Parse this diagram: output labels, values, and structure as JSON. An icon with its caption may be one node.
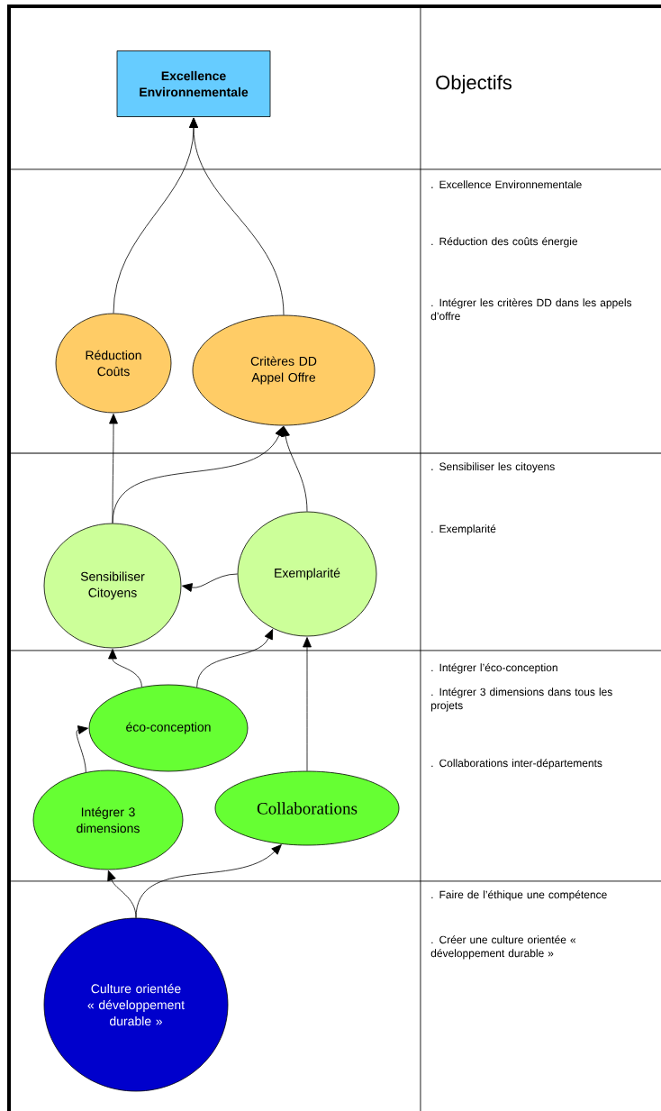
{
  "diagram": {
    "nodes": [
      {
        "text": [
          "Excellence Environnementale"
        ]
      },
      {
        "text": [
          "Réduction Coûts"
        ]
      },
      {
        "text": [
          "Critères DD Appel Offre"
        ]
      },
      {
        "text": [
          "Sensibiliser Citoyens"
        ]
      },
      {
        "text": [
          "Exemplarité"
        ]
      },
      {
        "text": [
          "éco-conception"
        ]
      },
      {
        "text": [
          "Intégrer 3 dimensions"
        ]
      },
      {
        "text": [
          "Collaborations"
        ]
      },
      {
        "text": [
          "Culture orientée « développement durable »"
        ]
      }
    ],
    "edges": [
      {
        "from": 1,
        "to": 0,
        "arrow": "to"
      },
      {
        "from": 2,
        "to": 0,
        "arrow": "to"
      },
      {
        "from": 3,
        "to": 1,
        "arrow": "to"
      },
      {
        "from": 3,
        "to": 2,
        "arrow": "to"
      },
      {
        "from": 4,
        "to": 2,
        "arrow": "to"
      },
      {
        "from": 4,
        "to": 3,
        "arrow": "to"
      },
      {
        "from": 5,
        "to": 3,
        "arrow": "to"
      },
      {
        "from": 5,
        "to": 4,
        "arrow": "to"
      },
      {
        "from": 6,
        "to": 5,
        "arrow": "to"
      },
      {
        "from": 7,
        "to": 4,
        "arrow": "to"
      },
      {
        "from": 8,
        "to": 6,
        "arrow": "to"
      },
      {
        "from": 8,
        "to": 7,
        "arrow": "to"
      }
    ],
    "labels": [
      "Objectifs",
      ". Excellence Environnementale",
      ". Réduction des coûts énergie",
      ". Intégrer les critères DD dans les appels d’offre",
      ". Sensibiliser les citoyens",
      ". Exemplarité",
      ". Intégrer l’éco-conception",
      ". Intégrer 3 dimensions dans tous les projets",
      ". Collaborations inter-départements",
      ". Faire de l’éthique une compétence",
      ". Créer une culture orientée « développement durable »"
    ]
  }
}
